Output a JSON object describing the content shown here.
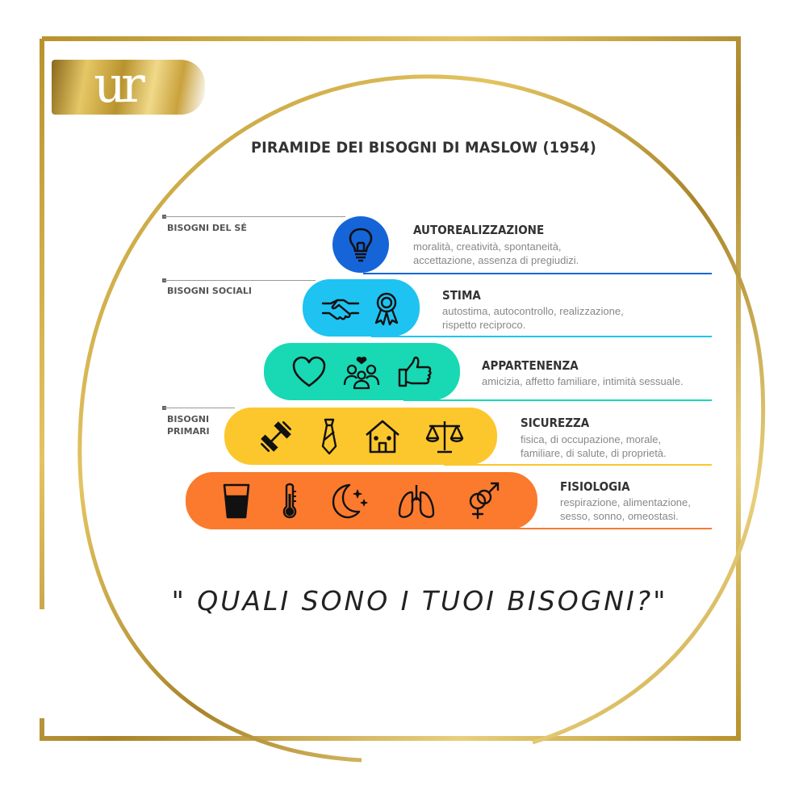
{
  "logo": {
    "text": "ur"
  },
  "title": "PIRAMIDE DEI BISOGNI DI MASLOW (1954)",
  "side_labels": {
    "self": "BISOGNI DEL SÉ",
    "social": "BISOGNI SOCIALI",
    "primary": "BISOGNI PRIMARI"
  },
  "levels": [
    {
      "name": "AUTOREALIZZAZIONE",
      "desc1": "moralità, creatività, spontaneità,",
      "desc2": "accettazione, assenza di pregiudizi.",
      "color": "#1565d8",
      "icons": [
        "lightbulb-icon"
      ]
    },
    {
      "name": "STIMA",
      "desc1": "autostima, autocontrollo, realizzazione,",
      "desc2": "rispetto reciproco.",
      "color": "#1ec3f2",
      "icons": [
        "handshake-icon",
        "award-ribbon-icon"
      ]
    },
    {
      "name": "APPARTENENZA",
      "desc1": "amicizia, affetto familiare, intimità sessuale.",
      "desc2": "",
      "color": "#19d8b4",
      "icons": [
        "heart-icon",
        "family-icon",
        "thumbs-up-icon"
      ]
    },
    {
      "name": "SICUREZZA",
      "desc1": "fisica, di occupazione, morale,",
      "desc2": "familiare, di salute, di proprietà.",
      "color": "#fcc72c",
      "icons": [
        "dumbbell-icon",
        "necktie-icon",
        "house-icon",
        "scales-icon"
      ]
    },
    {
      "name": "FISIOLOGIA",
      "desc1": "respirazione, alimentazione,",
      "desc2": "sesso, sonno, omeostasi.",
      "color": "#fb7a2e",
      "icons": [
        "glass-icon",
        "thermometer-icon",
        "moon-stars-icon",
        "lungs-icon",
        "gender-icon"
      ]
    }
  ],
  "quote": "\" QUALI SONO I TUOI BISOGNI?\"",
  "colors": {
    "gold": "#c9a23c",
    "text_dark": "#333333",
    "text_muted": "#888888"
  }
}
